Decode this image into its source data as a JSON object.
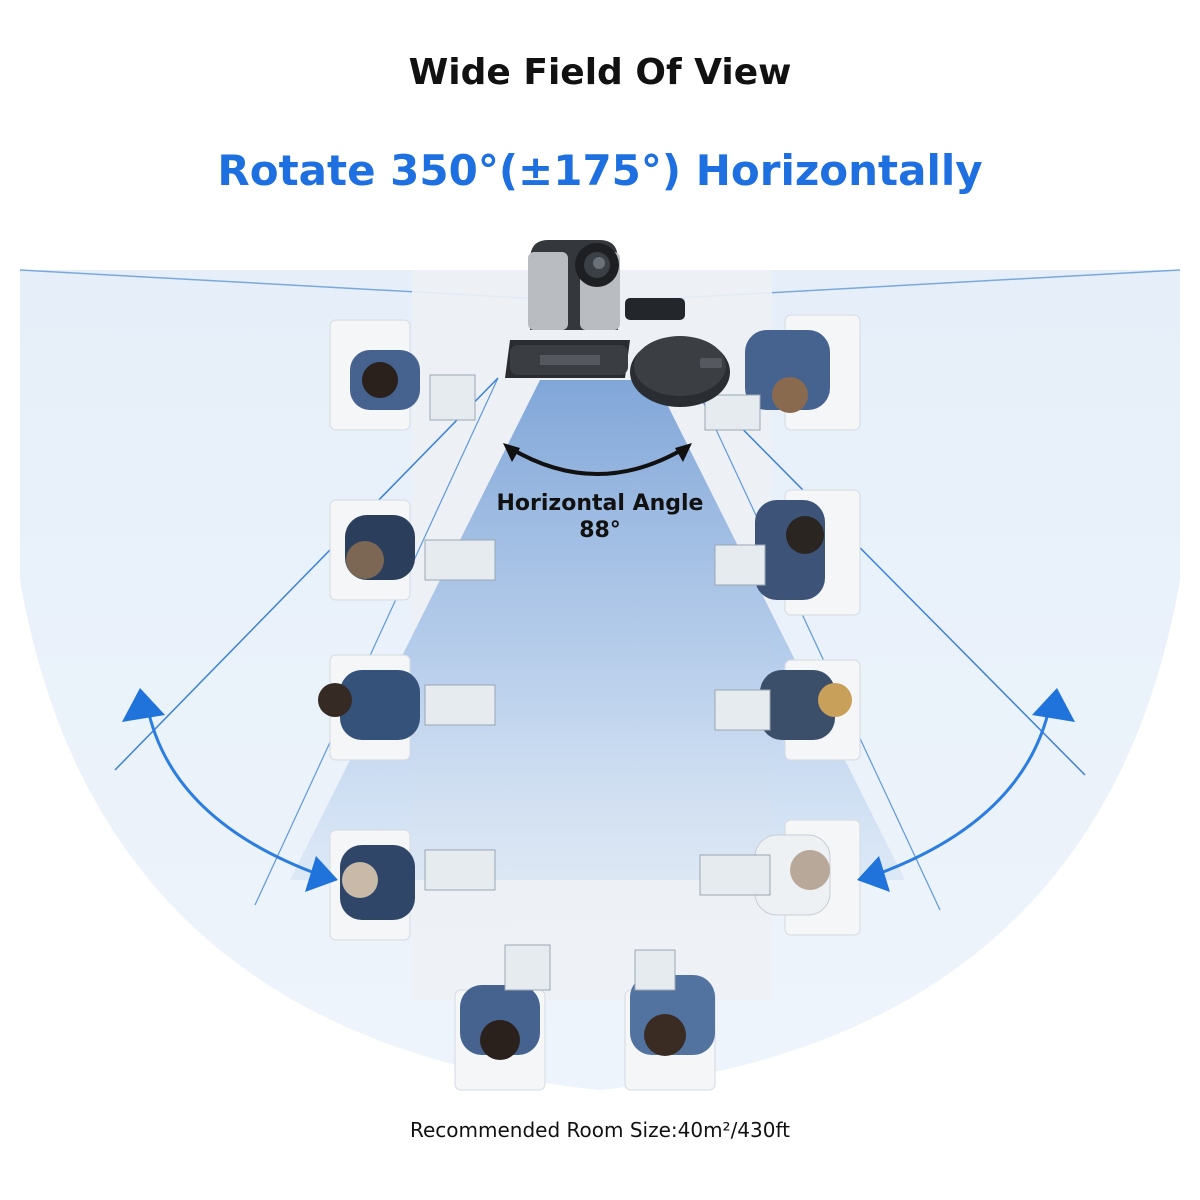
{
  "title": "Wide Field Of View",
  "subtitle": "Rotate 350°(±175°) Horizontally",
  "angle_label": {
    "line1": "Horizontal Angle",
    "line2": "88°"
  },
  "footer": "Recommended Room Size:40m²/430ft",
  "colors": {
    "accent": "#1e6fe0",
    "fov_fill": "#dbe8f6",
    "beam": "#8fb3e0",
    "table": "#e9eef3"
  },
  "icons": [
    "ptz-camera-icon",
    "speakerphone-icon",
    "rotation-arrow-icon",
    "person-icon"
  ]
}
